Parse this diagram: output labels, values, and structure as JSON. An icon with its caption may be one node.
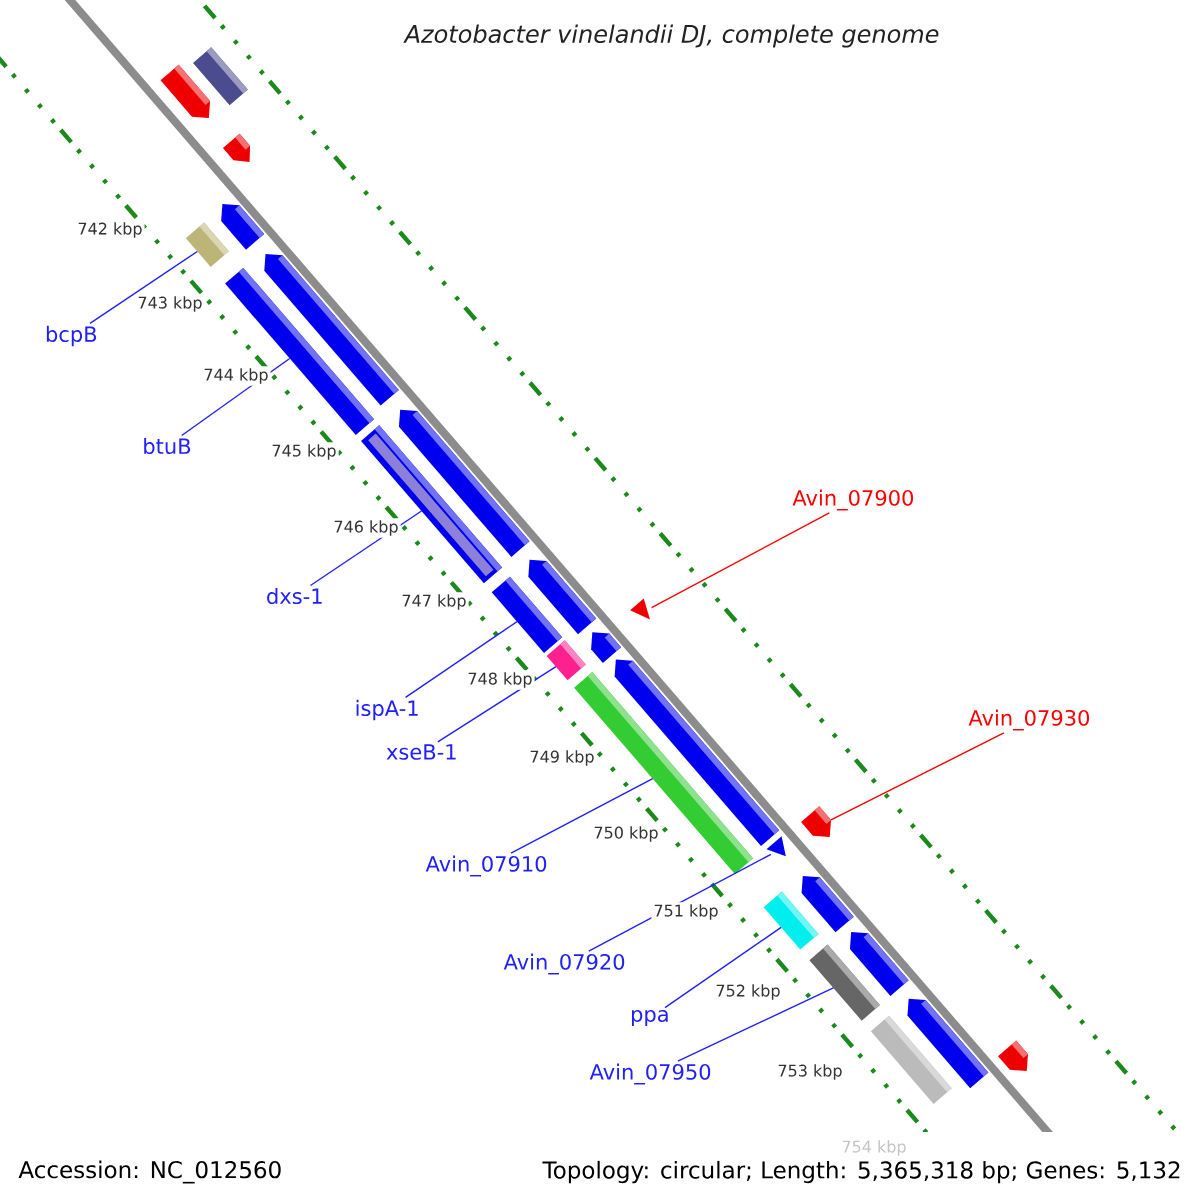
{
  "diagram": {
    "title": "Azotobacter vinelandii DJ, complete genome",
    "nodes": [
      {
        "text": [
          "bcpB"
        ]
      },
      {
        "text": [
          "btuB"
        ]
      },
      {
        "text": [
          "Avin_07900"
        ]
      },
      {
        "text": [
          "dxs-1"
        ]
      },
      {
        "text": [
          "ispA-1"
        ]
      },
      {
        "text": [
          "Avin_07930"
        ]
      },
      {
        "text": [
          "xseB-1"
        ]
      },
      {
        "text": [
          "Avin_07910"
        ]
      },
      {
        "text": [
          "Avin_07920"
        ]
      },
      {
        "text": [
          "ppa"
        ]
      },
      {
        "text": [
          "Avin_07950"
        ]
      },
      {
        "text": [],
        "shape": "box"
      },
      {
        "text": [],
        "shape": "arrow"
      },
      {
        "text": [],
        "shape": "arrow"
      },
      {
        "text": [],
        "shape": "box"
      },
      {
        "text": [],
        "shape": "arrow"
      },
      {
        "text": [],
        "shape": "box"
      },
      {
        "text": [],
        "shape": "arrow"
      },
      {
        "text": [],
        "shape": "box"
      },
      {
        "text": [],
        "shape": "arrow"
      },
      {
        "text": [],
        "shape": "box"
      },
      {
        "text": [],
        "shape": "arrow"
      },
      {
        "text": [],
        "shape": "box"
      },
      {
        "text": [],
        "shape": "arrow"
      },
      {
        "text": [],
        "shape": "triangle"
      },
      {
        "text": [],
        "shape": "box"
      },
      {
        "text": [],
        "shape": "arrow"
      },
      {
        "text": [],
        "shape": "triangle"
      },
      {
        "text": [],
        "shape": "arrow"
      },
      {
        "text": [],
        "shape": "box"
      },
      {
        "text": [],
        "shape": "arrow"
      },
      {
        "text": [],
        "shape": "box"
      },
      {
        "text": [],
        "shape": "arrow"
      },
      {
        "text": [],
        "shape": "box"
      },
      {
        "text": [],
        "shape": "arrow"
      },
      {
        "text": [],
        "shape": "arrow"
      }
    ],
    "edges": [
      {
        "from": 0,
        "to": 14,
        "arrow": "none"
      },
      {
        "from": 1,
        "to": 16,
        "arrow": "none"
      },
      {
        "from": 2,
        "to": 24,
        "arrow": "none",
        "color": "#ff0000"
      },
      {
        "from": 3,
        "to": 18,
        "arrow": "none"
      },
      {
        "from": 4,
        "to": 20,
        "arrow": "none"
      },
      {
        "from": 5,
        "to": 28,
        "arrow": "none",
        "color": "#ff0000"
      },
      {
        "from": 6,
        "to": 22,
        "arrow": "none"
      },
      {
        "from": 7,
        "to": 25,
        "arrow": "none"
      },
      {
        "from": 8,
        "to": 27,
        "arrow": "none"
      },
      {
        "from": 9,
        "to": 29,
        "arrow": "none"
      },
      {
        "from": 10,
        "to": 31,
        "arrow": "none"
      }
    ],
    "labels": [
      "742 kbp",
      "743 kbp",
      "744 kbp",
      "745 kbp",
      "746 kbp",
      "747 kbp",
      "748 kbp",
      "749 kbp",
      "750 kbp",
      "751 kbp",
      "752 kbp",
      "753 kbp",
      "754 kbp",
      "Accession: NC_012560",
      "Topology: circular; Length: 5,365,318 bp; Genes: 5,132"
    ]
  }
}
